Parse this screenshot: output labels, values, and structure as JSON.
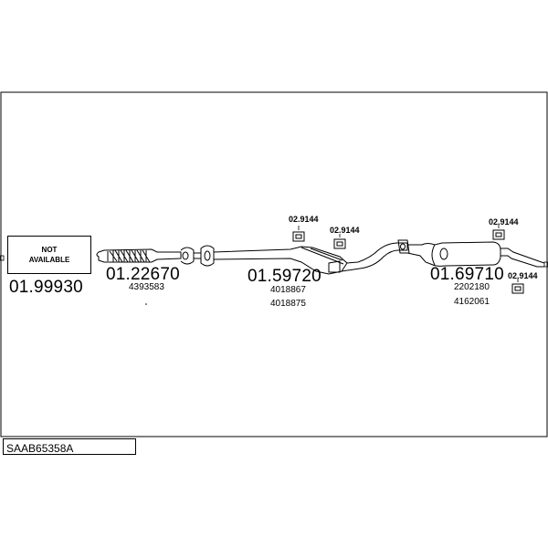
{
  "diagram": {
    "code": "SAAB65358A",
    "not_available_text": "NOT\nAVAILABLE",
    "parts": [
      {
        "id": "01.99930",
        "refs": []
      },
      {
        "id": "01.22670",
        "refs": [
          "4393583"
        ]
      },
      {
        "id": "01.59720",
        "refs": [
          "4018867",
          "4018875"
        ]
      },
      {
        "id": "01.69710",
        "refs": [
          "2202180",
          "4162061"
        ]
      }
    ],
    "hangers": [
      "02.9144",
      "02.9144",
      "02.9144",
      "02.9144"
    ]
  }
}
